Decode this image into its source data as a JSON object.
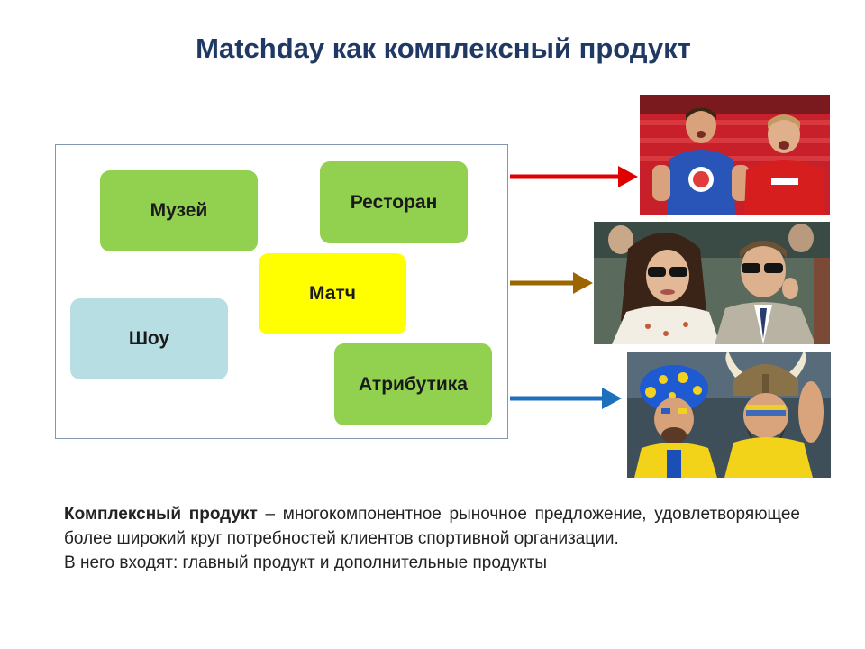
{
  "slide": {
    "title": "Matchday как комплексный продукт"
  },
  "products": {
    "museum": "Музей",
    "restaurant": "Ресторан",
    "match": "Матч",
    "show": "Шоу",
    "merch": "Атрибутика"
  },
  "arrows": {
    "top_color": "#e00000",
    "middle_color": "#9c6500",
    "bottom_color": "#1f6fbf"
  },
  "photos": {
    "top": "children-fans-photo",
    "middle": "couple-in-stands-photo",
    "bottom": "viking-fans-photo"
  },
  "definition": {
    "term": "Комплексный продукт",
    "text": " – многокомпонентное рыночное предложение, удовлетворяющее  более широкий круг потребностей клиентов спортивной организации.",
    "components": "В него входят: главный продукт и дополнительные продукты"
  }
}
